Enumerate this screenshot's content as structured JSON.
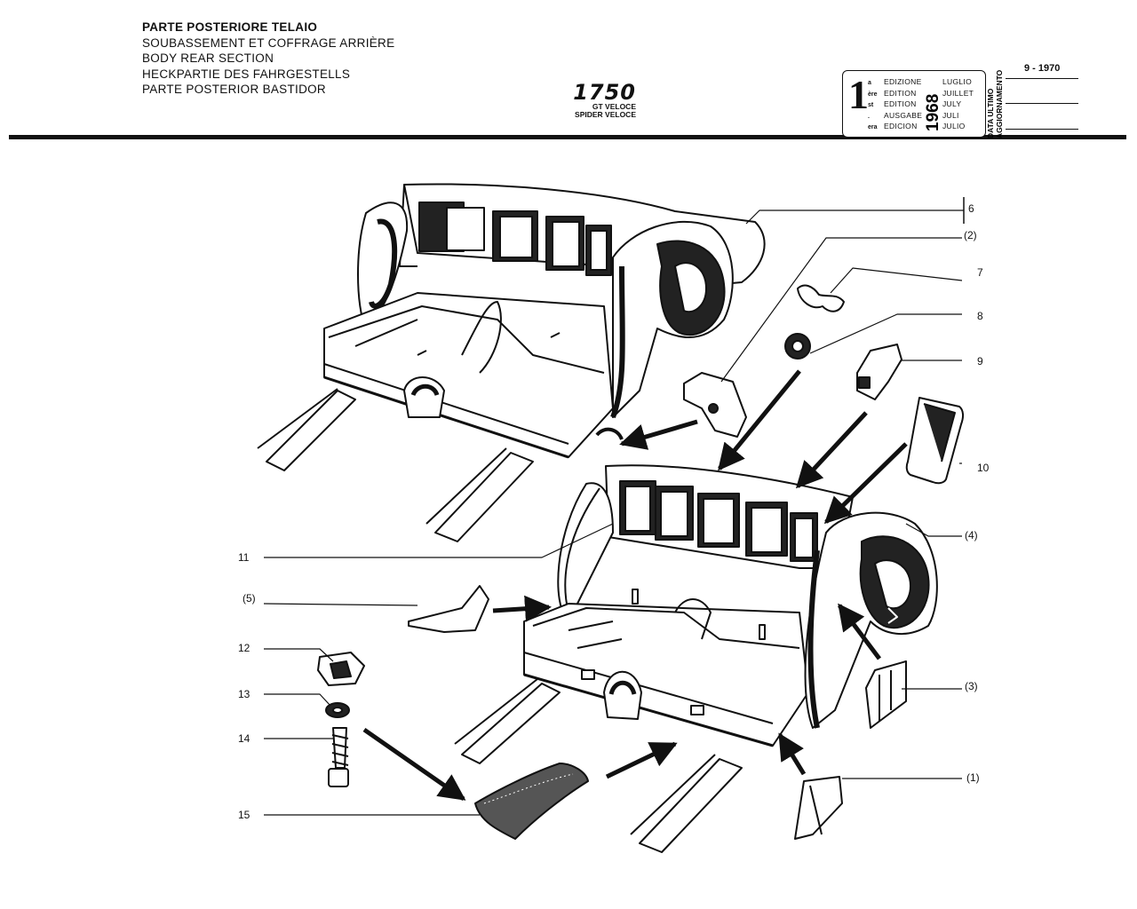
{
  "header": {
    "titles": [
      "PARTE POSTERIORE TELAIO",
      "SOUBASSEMENT ET COFFRAGE ARRIÈRE",
      "BODY REAR SECTION",
      "HECKPARTIE DES FAHRGESTELLS",
      "PARTE POSTERIOR BASTIDOR"
    ],
    "model": "1750",
    "variants": [
      "GT VELOCE",
      "SPIDER VELOCE"
    ]
  },
  "edition": {
    "number": "1",
    "suffixes": [
      "a",
      "ère",
      "st",
      ".",
      "era"
    ],
    "words": [
      "EDIZIONE",
      "EDITION",
      "EDITION",
      "AUSGABE",
      "EDICION"
    ],
    "year": "1968",
    "months": [
      "LUGLIO",
      "JUILLET",
      "JULY",
      "JULI",
      "JULIO"
    ],
    "update_label_1": "DATA ULTIMO",
    "update_label_2": "AGGIORNAMENTO",
    "update_date": "9 - 1970"
  },
  "callouts": {
    "c1": "(1)",
    "c2": "(2)",
    "c3": "(3)",
    "c4": "(4)",
    "c5": "(5)",
    "c6": "6",
    "c7": "7",
    "c8": "8",
    "c9": "9",
    "c10": "10",
    "c11": "11",
    "c12": "12",
    "c13": "13",
    "c14": "14",
    "c15": "15"
  }
}
